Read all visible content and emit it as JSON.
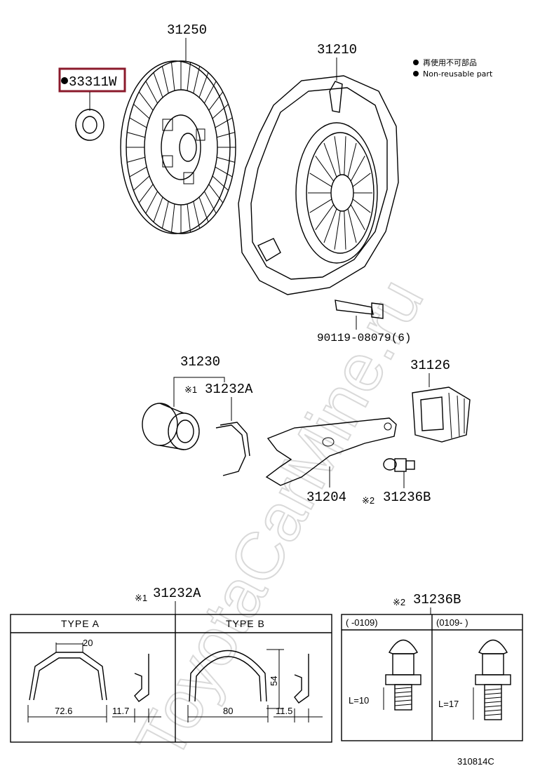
{
  "legend": {
    "line1": "再使用不可部品",
    "line2": "Non-reusable part"
  },
  "watermark": "ToyotaCarMine.ru",
  "figure_id": "310814C",
  "parts": {
    "bearing": "33311W",
    "disc": "31250",
    "cover": "31210",
    "bolt": "90119-08079(6)",
    "release_bearing": "31230",
    "clip": "31232A",
    "boot": "31126",
    "fork": "31204",
    "pivot": "31236B"
  },
  "marks": {
    "note1": "※1",
    "note2": "※2"
  },
  "detail_clip": {
    "mark": "※1",
    "part": "31232A",
    "type_a": "TYPE  A",
    "type_b": "TYPE  B",
    "a_width_top": "20",
    "a_width": "72.6",
    "a_thick": "11.7",
    "b_height": "54",
    "b_width": "80",
    "b_thick": "11.5"
  },
  "detail_pivot": {
    "mark": "※2",
    "part": "31236B",
    "col1": "(      -0109)",
    "col2": "(0109-       )",
    "len1": "L=10",
    "len2": "L=17"
  },
  "colors": {
    "highlight_box": "#8b1a2b",
    "watermark": "#d9d9d9"
  }
}
